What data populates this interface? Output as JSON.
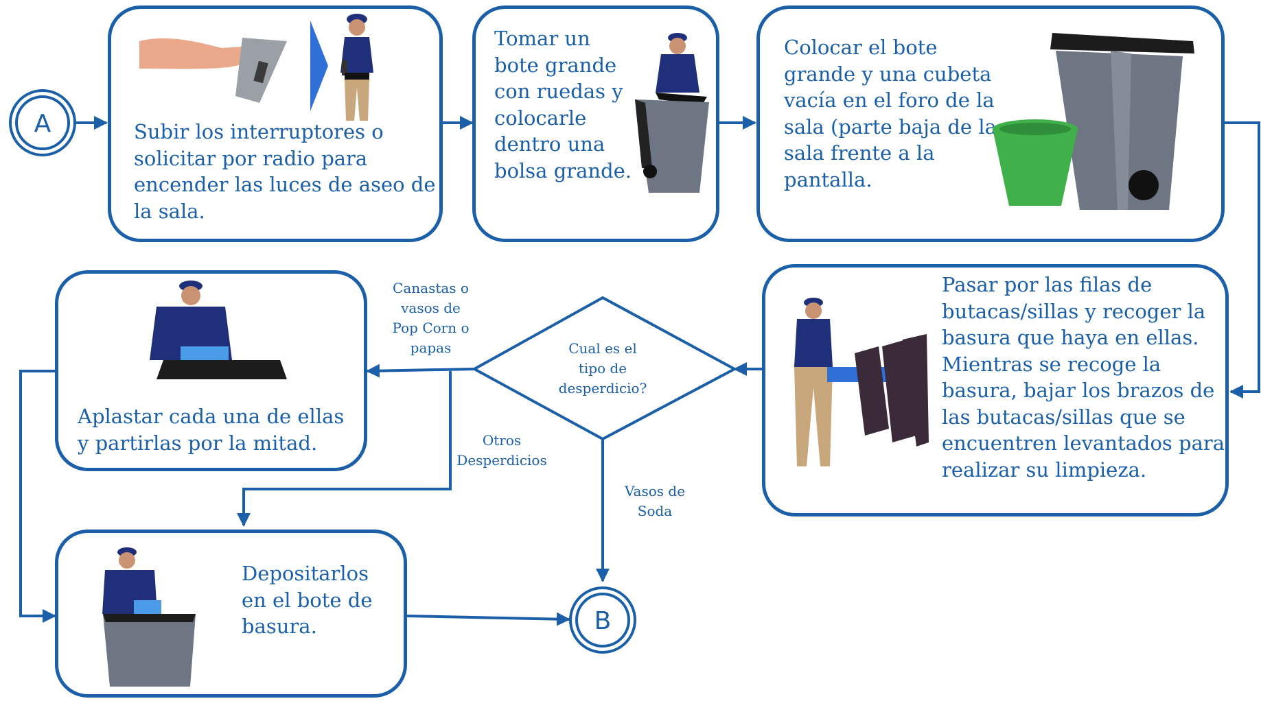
{
  "connectors": {
    "start": "A",
    "end": "B"
  },
  "steps": {
    "lights": "Subir los interruptores o\nsolicitar por radio para\nencender las luces de aseo de\nla sala.",
    "take_bin": "Tomar un\nbote grande\ncon ruedas y\ncolocarle\ndentro una\nbolsa grande.",
    "place_bin": "Colocar el bote\ngrande y una cubeta\nvacía en el foro de la\nsala (parte baja de la\nsala frente a la\npantalla.",
    "rows": "Pasar por las filas de\nbutacas/sillas  y recoger la\nbasura que haya en ellas.\nMientras se recoge la\nbasura, bajar los brazos de\nlas butacas/sillas  que se\nencuentren levantados para\nrealizar su limpieza.",
    "crush": "Aplastar cada una de ellas\ny partirlas por la mitad.",
    "deposit": "Depositarlos\nen el bote de\nbasura."
  },
  "decision": {
    "question": "Cual es el\ntipo de\ndesperdicio?",
    "branch_left": "Canastas o\nvasos de\nPop Corn  o\npapas",
    "branch_down_left": "Otros\nDesperdicios",
    "branch_down": "Vasos de\nSoda"
  },
  "colors": {
    "flow_blue": "#1a5fa8",
    "uniform_navy": "#1f2f7a",
    "khaki": "#c9a77c",
    "bin_gray": "#6d7682",
    "bucket_green": "#3fb04a"
  }
}
